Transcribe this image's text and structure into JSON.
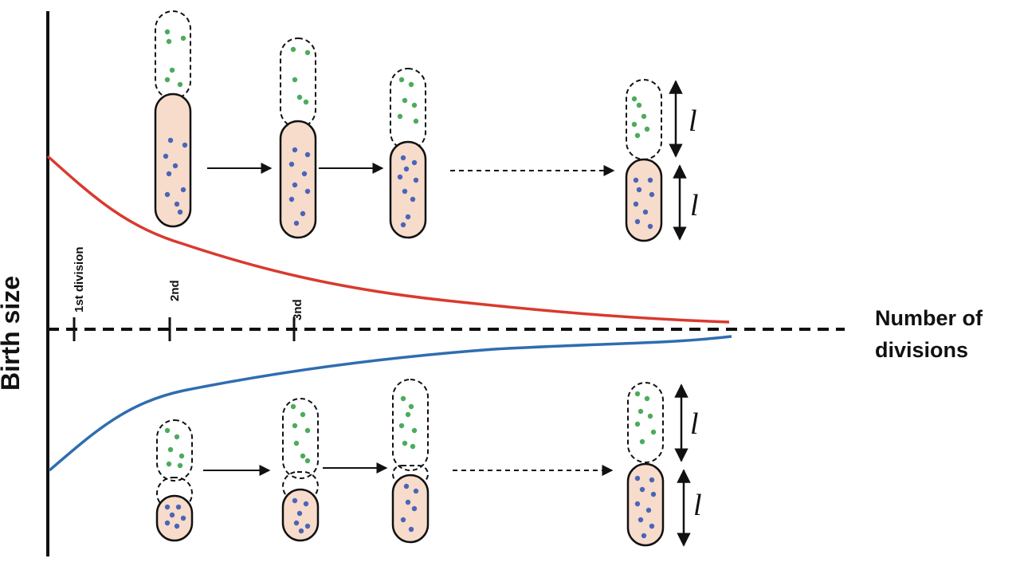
{
  "y_axis_label": "Birth size",
  "x_axis_label": {
    "line1": "Number of",
    "line2": "divisions"
  },
  "ticks": [
    "1st division",
    "2nd",
    "3nd"
  ],
  "length_symbol": "l",
  "colors": {
    "large_cell_curve": "#d93a2e",
    "small_cell_curve": "#2f6db0",
    "cell_fill": "#f7dccb",
    "green_dot": "#4cab5c",
    "blue_dot": "#4a65b8",
    "ink": "#111111"
  }
}
